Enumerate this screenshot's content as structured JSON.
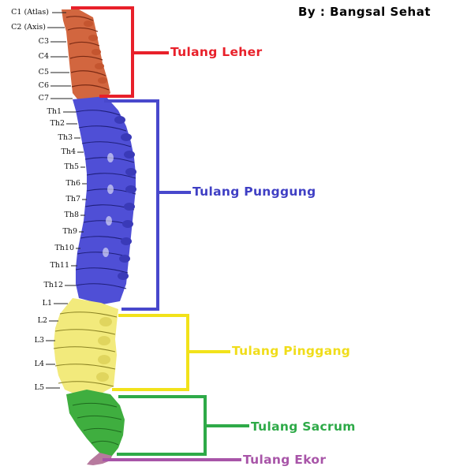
{
  "credit": "By : Bangsal Sehat",
  "colors": {
    "cervical": "#d2663f",
    "thoracic": "#4f4fd6",
    "lumbar": "#f2ea7c",
    "sacrum": "#3fae3f",
    "coccyx": "#b77a9e",
    "bracket_leher": "#e8202a",
    "bracket_punggung": "#4848cc",
    "bracket_pinggang": "#f2e21a",
    "bracket_sacrum": "#2eaa48",
    "bracket_ekor": "#a855a8"
  },
  "vertebra_labels": {
    "c1": "C1 (Atlas)",
    "c2": "C2 (Axis)",
    "c3": "C3",
    "c4": "C4",
    "c5": "C5",
    "c6": "C6",
    "c7": "C7",
    "th1": "Th1",
    "th2": "Th2",
    "th3": "Th3",
    "th4": "Th4",
    "th5": "Th5",
    "th6": "Th6",
    "th7": "Th7",
    "th8": "Th8",
    "th9": "Th9",
    "th10": "Th10",
    "th11": "Th11",
    "th12": "Th12",
    "l1": "L1",
    "l2": "L2",
    "l3": "L3",
    "l4": "L4",
    "l5": "L5"
  },
  "regions": {
    "leher": "Tulang Leher",
    "punggung": "Tulang Punggung",
    "pinggang": "Tulang Pinggang",
    "sacrum": "Tulang Sacrum",
    "ekor": "Tulang Ekor"
  }
}
